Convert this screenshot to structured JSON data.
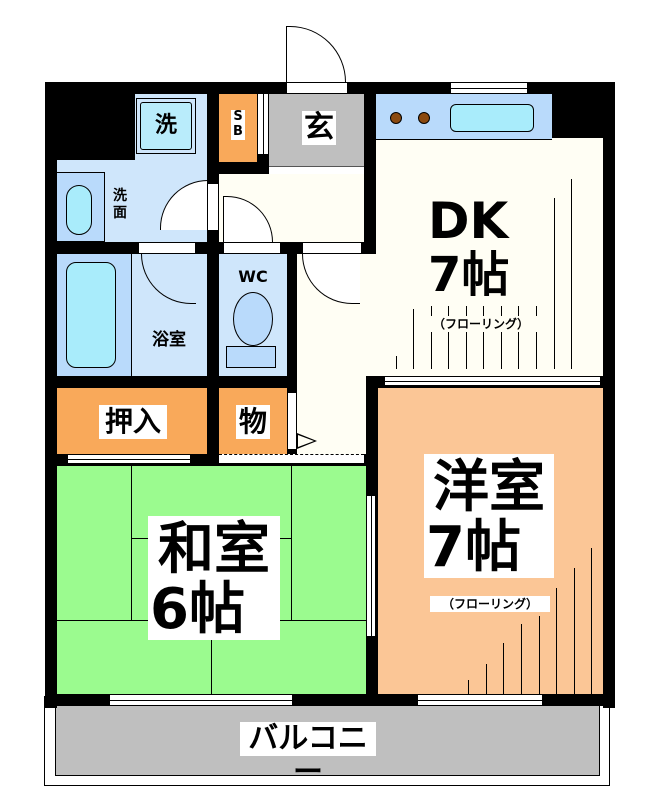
{
  "floorplan": {
    "rooms": {
      "laundry": {
        "label": "洗",
        "color": "#b9ecfb"
      },
      "shoe_box": {
        "label_line1": "S",
        "label_line2": "B",
        "color": "#f9a95a"
      },
      "entrance": {
        "label": "玄",
        "color": "#bfbfbf"
      },
      "washroom": {
        "label_line1": "洗",
        "label_line2": "面",
        "color": "#cfe6fb"
      },
      "bathroom": {
        "label": "浴室",
        "color": "#cfe6fb"
      },
      "toilet": {
        "label": "WC",
        "color": "#cfe6fb"
      },
      "closet": {
        "label": "押入",
        "color": "#f9a95a"
      },
      "storage": {
        "label": "物",
        "color": "#f9a95a"
      },
      "dk": {
        "label_line1": "DK",
        "label_line2": "7帖",
        "sub": "（フローリング）",
        "color": "#fffef4"
      },
      "washitsu": {
        "label_line1": "和室",
        "label_line2": "6帖",
        "color": "#9bfb8f"
      },
      "yoshitsu": {
        "label_line1": "洋室",
        "label_line2": "7帖",
        "sub": "（フローリング）",
        "color": "#fbc696"
      },
      "balcony": {
        "label": "バルコニー",
        "color": "#bfbfbf"
      }
    },
    "colors": {
      "wall": "#000000",
      "kitchen_counter": "#b9dafb",
      "sink": "#a9ecfb",
      "stove_burner": "#8b4a10",
      "tub": "#a9ecfb",
      "hall": "#fffef4"
    }
  }
}
